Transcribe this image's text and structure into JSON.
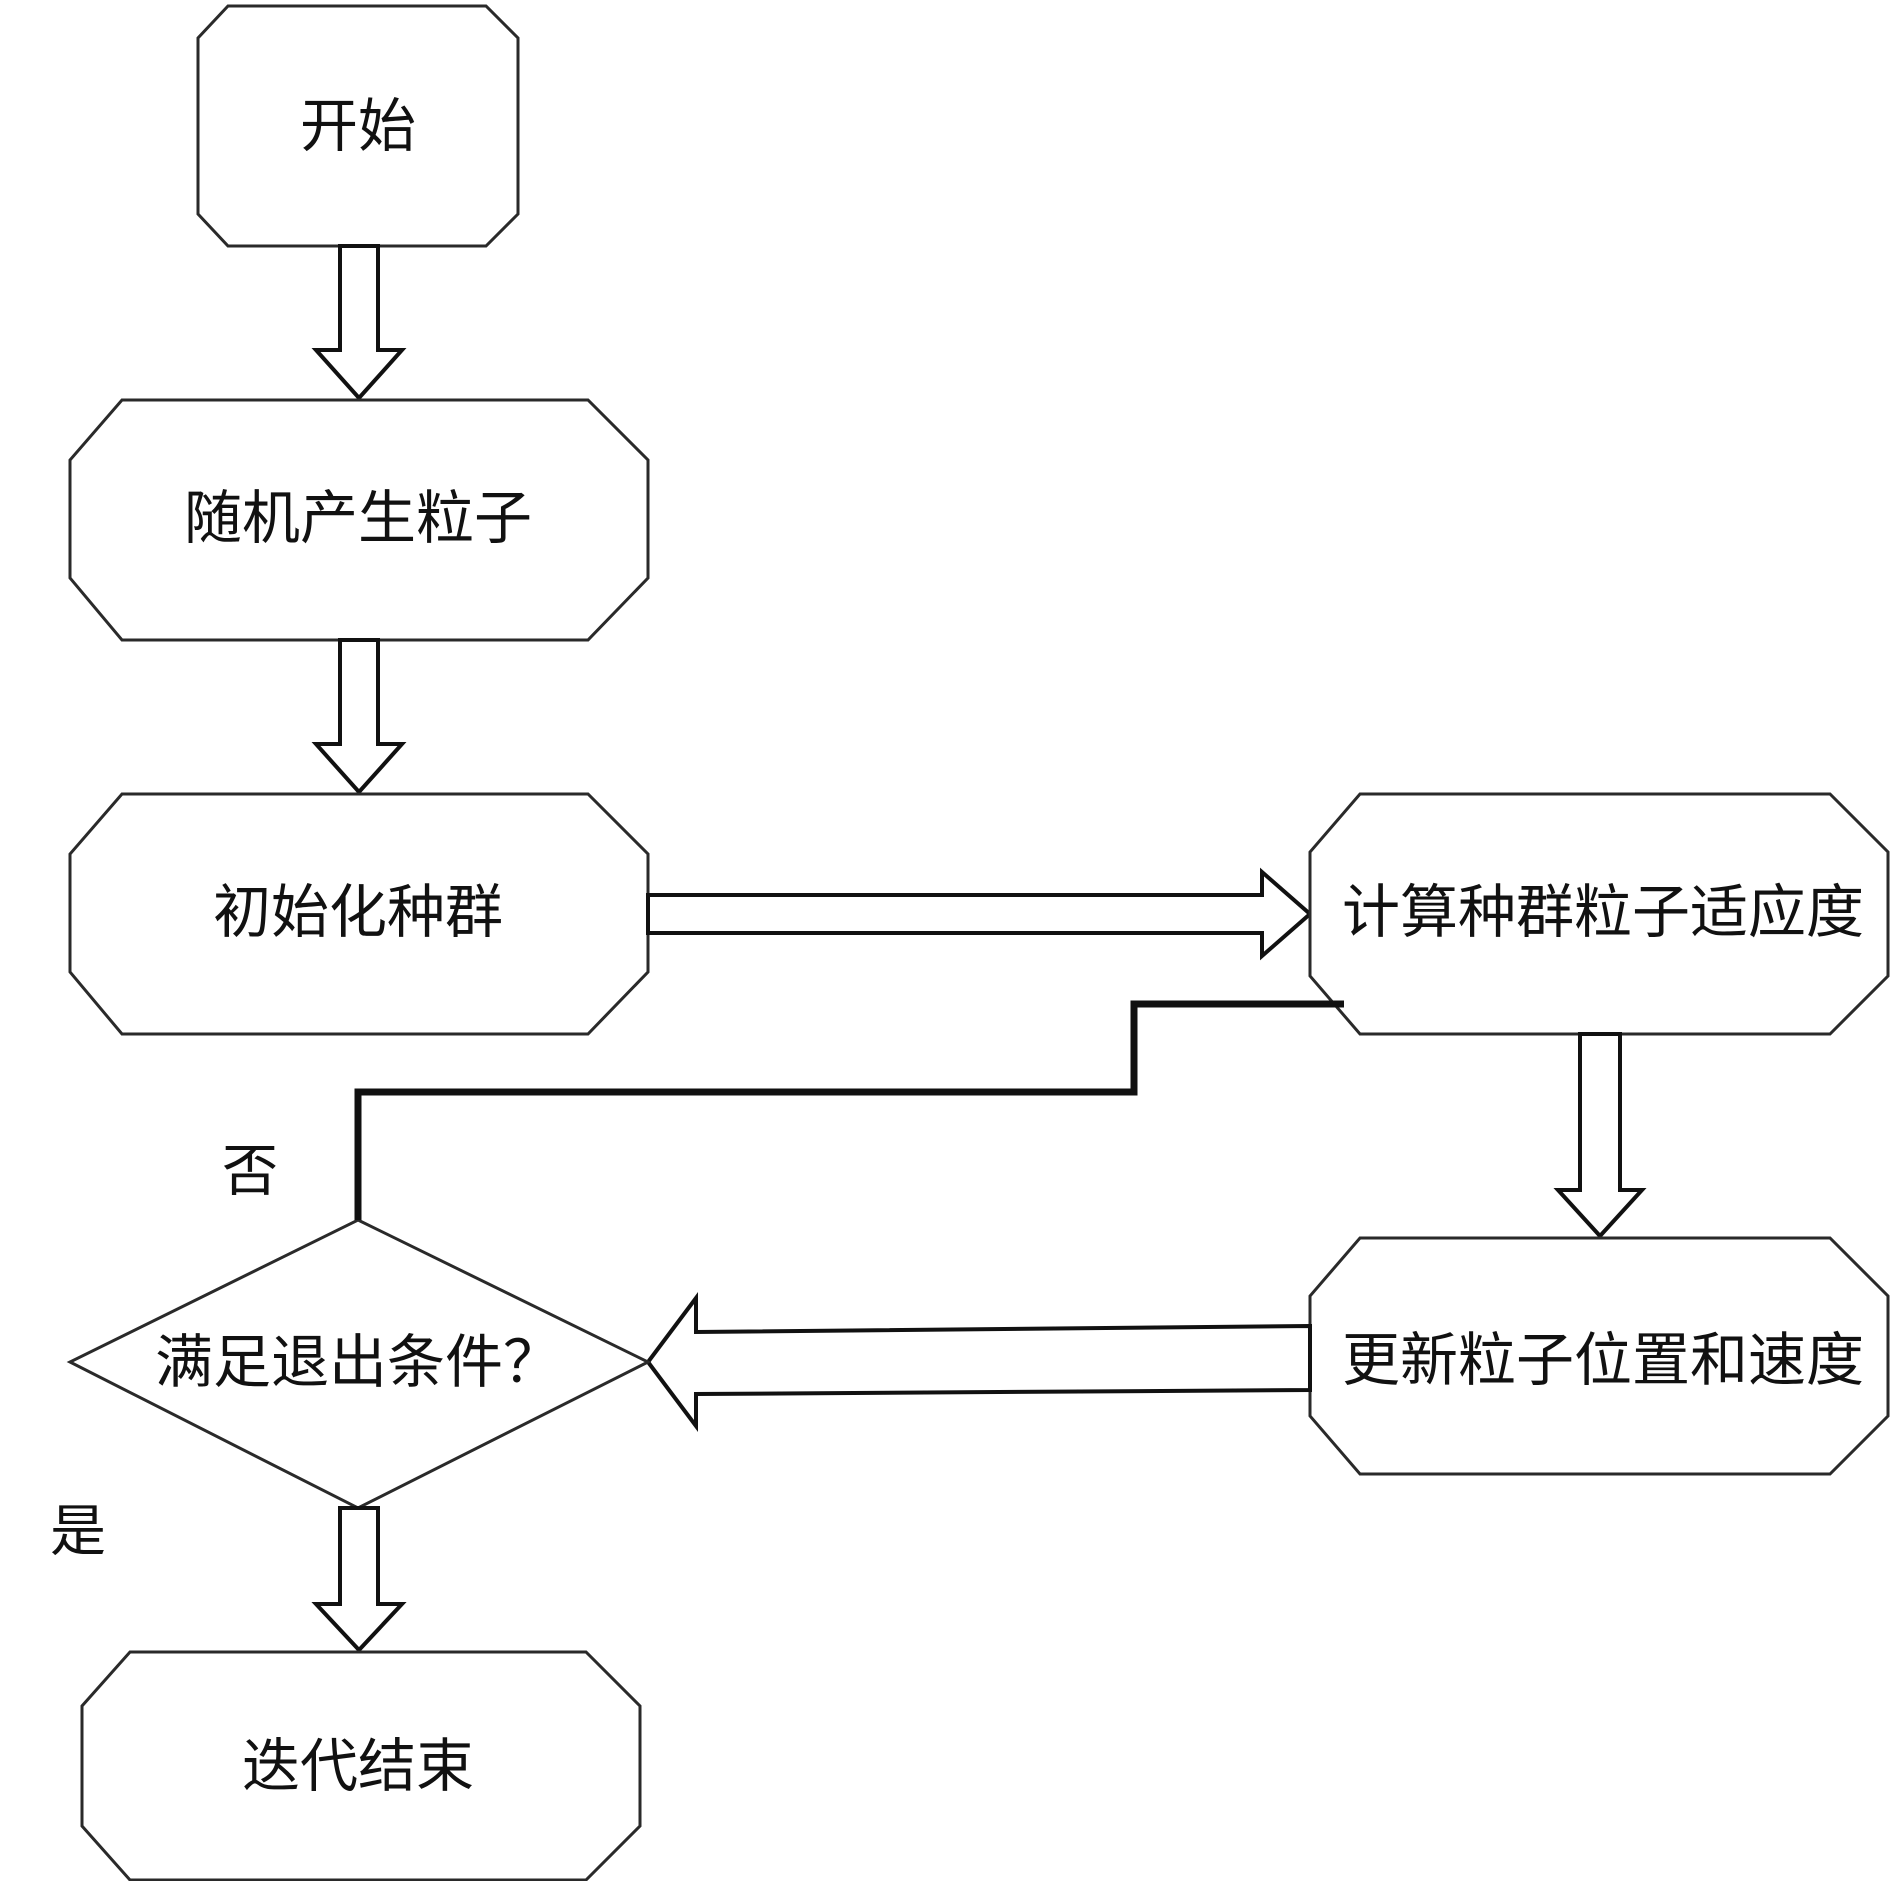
{
  "nodes": {
    "start": "开始",
    "random_particles": "随机产生粒子",
    "init_population": "初始化种群",
    "compute_fitness": "计算种群粒子适应度",
    "update_position_velocity": "更新粒子位置和速度",
    "exit_condition": "满足退出条件？",
    "iteration_end": "迭代结束"
  },
  "edge_labels": {
    "no": "否",
    "yes": "是"
  }
}
